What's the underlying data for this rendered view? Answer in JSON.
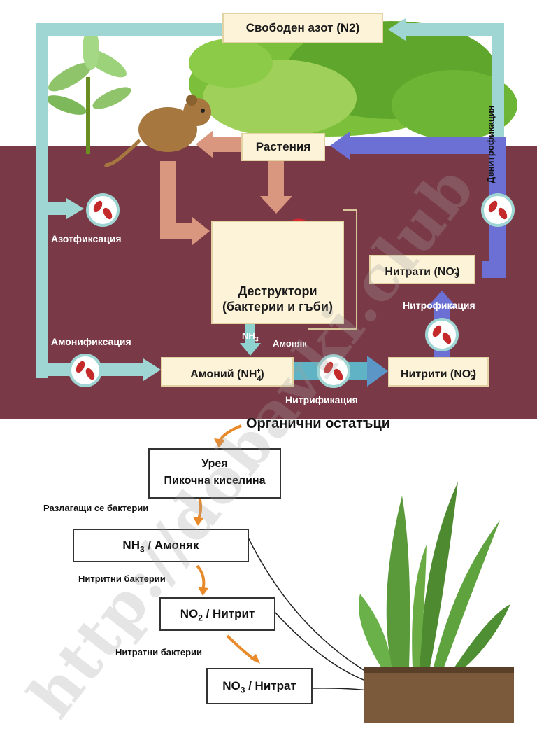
{
  "cycle": {
    "free_nitrogen": "Свободен азот (N2)",
    "plants": "Растения",
    "decomposers_line1": "Деструктори",
    "decomposers_line2": "(бактерии и гъби)",
    "ammonium": "Амоний (NH",
    "ammonium_sup": "+",
    "ammonium_sub": "4",
    "ammonium_close": ")",
    "nitrites": "Нитрити (NO",
    "nitrites_sup": "-",
    "nitrites_sub": "2",
    "nitrites_close": ")",
    "nitrates": "Нитрати (NO",
    "nitrates_sup": "-",
    "nitrates_sub": "3",
    "nitrates_close": ")",
    "nh3": "NH",
    "nh3_sub": "3",
    "ammonia": "Амоняк",
    "azotfixation": "Азотфиксация",
    "ammonification": "Амонификсация",
    "nitrification": "Нитрификация",
    "nitrofication": "Нитрофикация",
    "denitrification": "Денитрофикация"
  },
  "flow": {
    "title": "Органични остатъци",
    "box1_line1": "Урея",
    "box1_line2": "Пикочна киселина",
    "step1": "Разлагащи се бактерии",
    "box2_main": "NH",
    "box2_sub": "3",
    "box2_rest": " / Амоняк",
    "step2": "Нитритни бактерии",
    "box3_main": "NO",
    "box3_sub": "2",
    "box3_rest": " / Нитрит",
    "step3": "Нитратни бактерии",
    "box4_main": "NO",
    "box4_sub": "3",
    "box4_rest": " / Нитрат"
  },
  "watermark": "http://dobavki.club",
  "colors": {
    "soil": "#7a3947",
    "teal_arrow": "#8fd3d0",
    "salmon_arrow": "#d9977f",
    "blue_arrow": "#6c6fd4",
    "box_fill": "#fdf3d8",
    "orange_arrow": "#e88a2a"
  }
}
